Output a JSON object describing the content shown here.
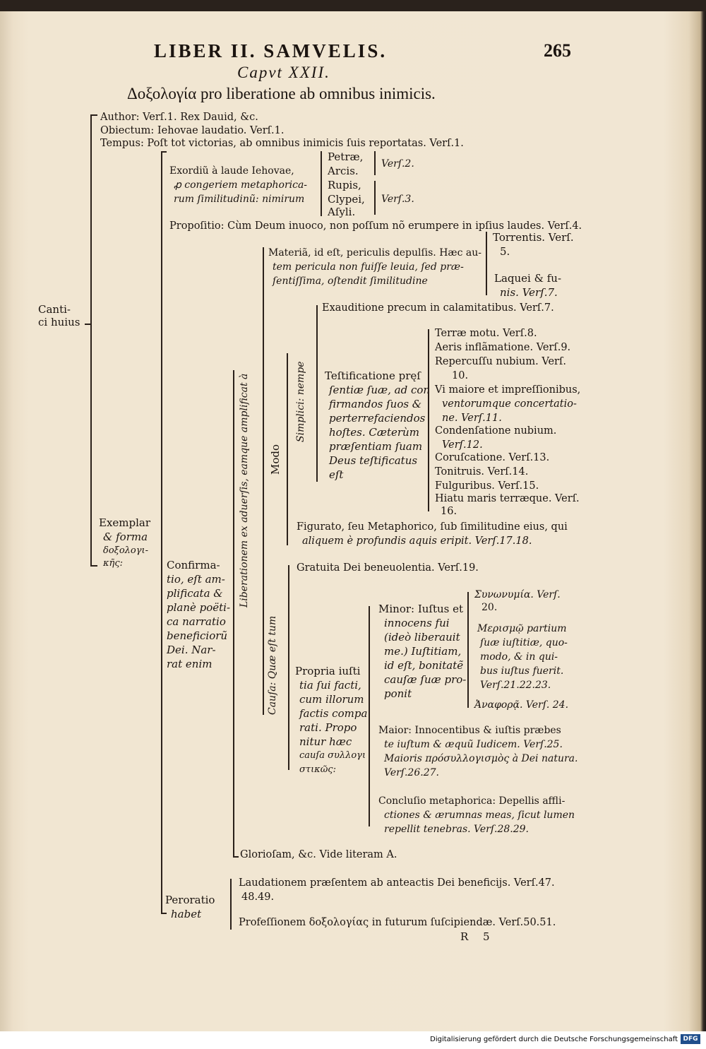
{
  "header": {
    "running_title": "LIBER II. SAMVELIS.",
    "page_number": "265",
    "chapter": "Capvt XXII.",
    "title": "Δοξολογία pro liberatione ab omnibus inimicis."
  },
  "intro": {
    "author": "Author: Verſ.1. Rex Dauid, &c.",
    "obiectum": "Obiectum: Iehovae laudatio. Verſ.1.",
    "tempus": "Tempus: Poſt tot victorias, ab omnibus inimicis ſuis reportatas. Verſ.1."
  },
  "root_label": [
    "Canti-",
    "ci huius"
  ],
  "exordium": {
    "lines": [
      "Exordiũ à laude Iehovae,",
      "ꝓ congeriem metaphorica-",
      "rum ſimilitudinũ: nimirum"
    ],
    "items_a": [
      "Petræ,",
      "Arcis."
    ],
    "ref_a": "Verſ.2.",
    "items_b": [
      "Rupis,",
      "Clypei,",
      "Aſyli."
    ],
    "ref_b": "Verſ.3."
  },
  "propositio": "Propoſitio: Cùm Deum inuoco, non poſſum nõ erumpere in ipſius laudes. Verſ.4.",
  "materia": {
    "lines": [
      "Materiã, id eſt, periculis depulſis. Hæc au-",
      "tem pericula non fuiſſe leuia, ſed præ-",
      "ſentiſſima, oſtendit ſimilitudine"
    ],
    "torrentis": [
      "Torrentis. Verſ.",
      "5."
    ],
    "laquei": [
      "Laquei & fu-",
      "nis. Verſ.7."
    ]
  },
  "liberationem_label": "Liberationem ex aduerſis, eamque amplificat à",
  "modo_label": "Modo",
  "simplici_label": "Simplici: nempe",
  "exauditione": "Exauditione precum in calamitatibus. Verſ.7.",
  "testificatione": [
    "Teſtificatione pręſ",
    "ſentiæ ſuæ, ad con",
    "firmandos ſuos &",
    "perterrefaciendos",
    "hoſtes. Cæterùm",
    "præſentiam ſuam",
    "Deus teſtificatus",
    "eſt"
  ],
  "signs": [
    "Terræ motu. Verſ.8.",
    "Aeris inflãmatione. Verſ.9.",
    "Repercuſſu nubium. Verſ.",
    "10.",
    "Vi maiore et impreſſionibus,",
    "ventorumque concertatio-",
    "ne. Verſ.11.",
    "Condenſatione nubium.",
    "Verſ.12.",
    "Coruſcatione. Verſ.13.",
    "Tonitruis. Verſ.14.",
    "Fulguribus. Verſ.15.",
    "Hiatu maris terræque. Verſ.",
    "16."
  ],
  "figurato": [
    "Figurato, ſeu Metaphorico, ſub ſimilitudine eius, qui",
    "aliquem è profundis aquis eripit. Verſ.17.18."
  ],
  "exemplar": [
    "Exemplar",
    "& forma",
    "δοξολογι-",
    "κῆς:"
  ],
  "confirmatio": [
    "Confirma-",
    "tio, eſt am-",
    "plificata &",
    "planè poëti-",
    "ca narratio",
    "beneficiorũ",
    "Dei. Nar-",
    "rat enim"
  ],
  "causa_label": "Cauſa: Quæ eſt tum",
  "gratuita": "Gratuita Dei beneuolentia. Verſ.19.",
  "propria": [
    "Propria iuſti",
    "tia ſui facti,",
    "cum illorum",
    "factis compa",
    "rati. Propo",
    "nitur hæc",
    "cauſa συλλογι",
    "στικῶς:"
  ],
  "minor": [
    "Minor: Iuſtus et",
    "innocens fui",
    "(ideò liberauit",
    "me.) Iuſtitiam,",
    "id eſt, bonitatẽ",
    "cauſæ ſuæ pro-",
    "ponit"
  ],
  "synonymia": [
    "Συνωνυμία. Verſ.",
    "20."
  ],
  "merismo": [
    "Μερισμῷ partium",
    "ſuæ iuſtitiæ, quo-",
    "modo, & in qui-",
    "bus iuſtus fuerit.",
    "Verſ.21.22.23."
  ],
  "anaphora": "Ἀναφορᾷ. Verſ. 24.",
  "maior": [
    "Maior: Innocentibus & iuſtis præbes",
    "te iuſtum & æquũ Iudicem. Verſ.25.",
    "Maioris πρόσυλλογισμὸς à Dei natura.",
    "Verſ.26.27."
  ],
  "conclusio": [
    "Concluſio metaphorica: Depellis affli-",
    "ctiones & ærumnas meas, ſicut lumen",
    "repellit tenebras. Verſ.28.29."
  ],
  "gloriosam": "Glorioſam, &c. Vide literam A.",
  "peroratio": [
    "Peroratio",
    "habet"
  ],
  "laudationem": [
    "Laudationem præſentem ab anteactis Dei beneficijs. Verſ.47.",
    "48.49."
  ],
  "professionem": "Profeſſionem δοξολογίας in futurum ſuſcipiendæ. Verſ.50.51.",
  "signature": "R 5",
  "footer": {
    "text": "Digitalisierung gefördert durch die Deutsche Forschungsgemeinschaft",
    "logo": "DFG"
  }
}
